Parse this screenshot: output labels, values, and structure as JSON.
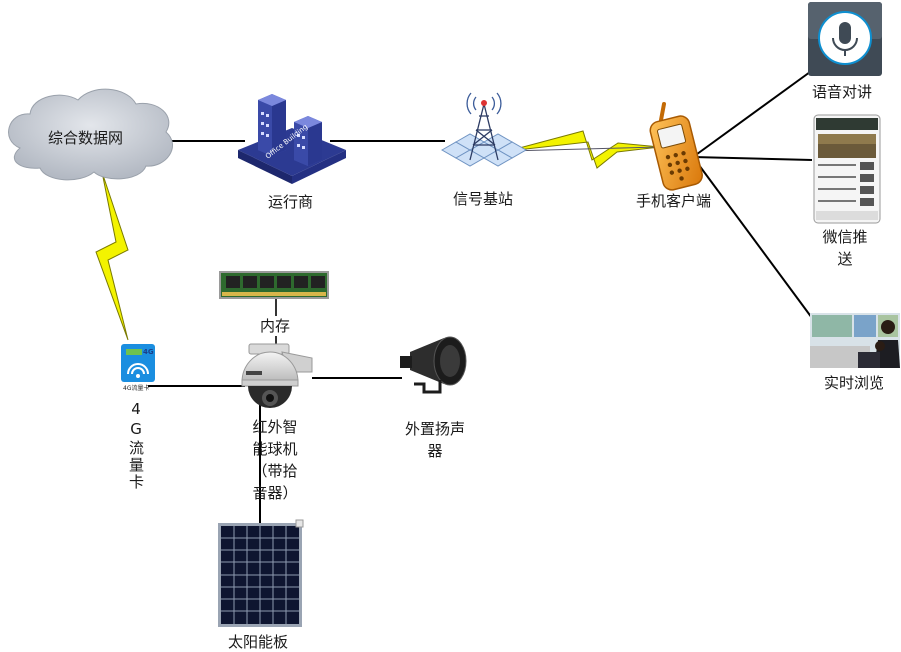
{
  "nodes": {
    "network": "综合数据网",
    "operator": "运行商",
    "operator_building_text": "Office Building",
    "base_station": "信号基站",
    "mobile_client": "手机客户端",
    "voice_intercom": "语音对讲",
    "wechat_push": "微信推送",
    "live_view": "实时浏览",
    "memory": "内存",
    "sim_card": "4G流量卡",
    "sim_badge": "4G",
    "sim_caption": "4G流量卡",
    "camera": "红外智能球机（带拾音器）",
    "speaker": "外置扬声器",
    "solar_panel": "太阳能板"
  },
  "colors": {
    "lightning_fill": "#f3f300",
    "lightning_stroke": "#7a7a00",
    "cloud_fill": "#c9ced6",
    "building_blue": "#3a4aa8",
    "phone_orange": "#f29a18",
    "line": "#000000"
  }
}
